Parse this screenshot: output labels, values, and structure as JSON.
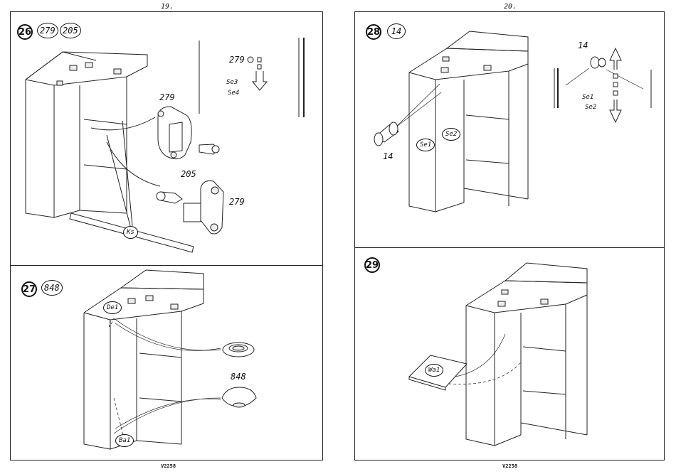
{
  "header": {
    "page_left": "19.",
    "page_right": "20."
  },
  "footer": {
    "code_left": "V2258",
    "code_right": "V2258"
  },
  "steps": [
    {
      "number": "26",
      "parts": [
        "279",
        "205"
      ],
      "labels": {
        "fitting_a": "279",
        "screw": "205",
        "fitting_b": "279",
        "inset": "279",
        "ks": "Ks",
        "se3": "Se3",
        "se4": "Se4"
      }
    },
    {
      "number": "27",
      "parts": [
        "848"
      ],
      "labels": {
        "cover": "848",
        "de1": "De1",
        "ba1": "Ba1"
      }
    },
    {
      "number": "28",
      "parts": [
        "14"
      ],
      "labels": {
        "dowel_main": "14",
        "dowel_inset": "14",
        "se1_tag": "Se1",
        "se2_tag": "Se2",
        "se1": "Se1",
        "se2": "Se2"
      }
    },
    {
      "number": "29",
      "parts": [],
      "labels": {
        "wa1": "Wa1"
      }
    }
  ]
}
